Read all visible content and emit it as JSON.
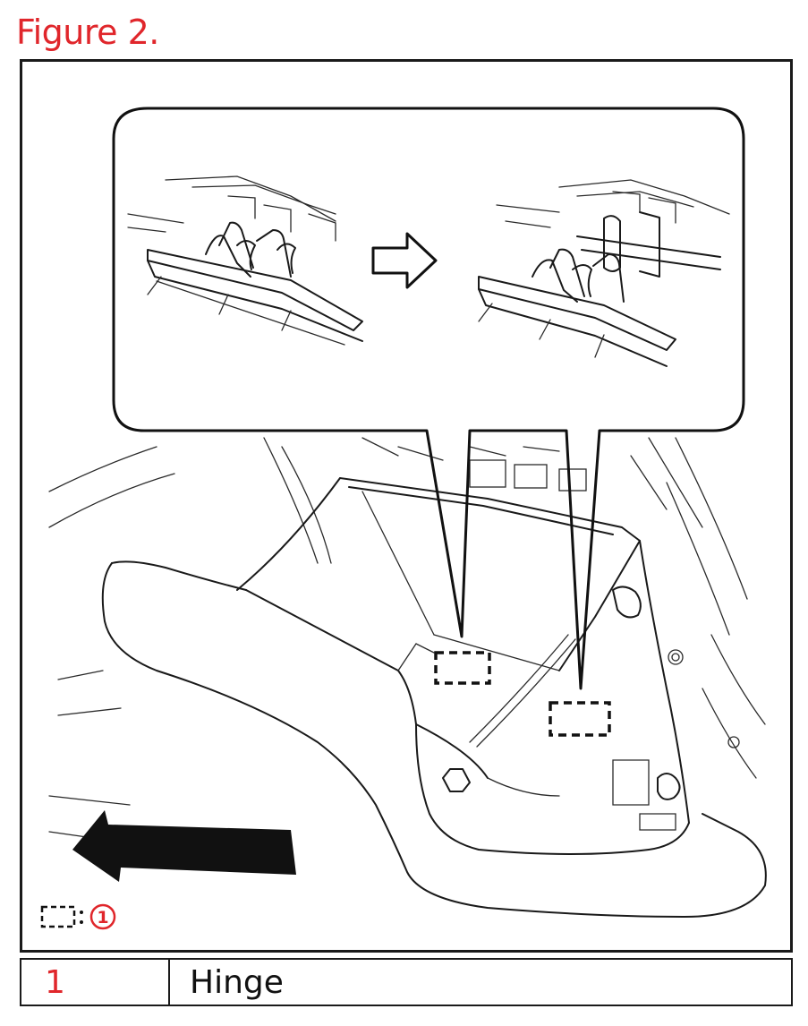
{
  "figure": {
    "title": "Figure 2.",
    "legend_key_label": "1",
    "direction_arrow_icon": "arrow-left-icon",
    "transition_arrow_icon": "arrow-right-outline-icon",
    "colors": {
      "accent": "#e0262b",
      "line": "#1a1a1a"
    }
  },
  "legend_table": [
    {
      "number": "1",
      "label": "Hinge"
    }
  ]
}
